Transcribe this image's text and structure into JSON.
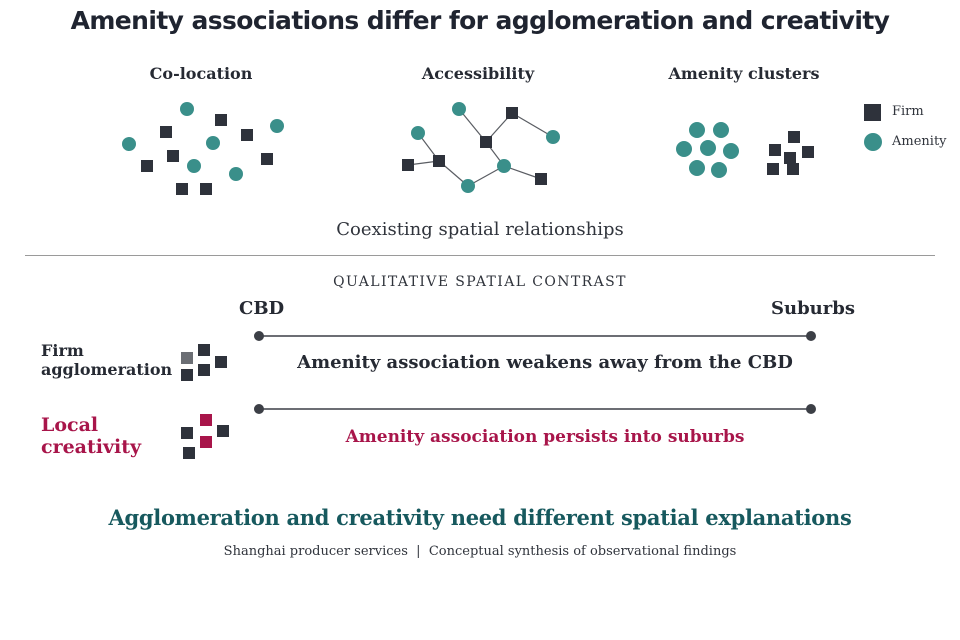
{
  "title": "Amenity associations differ for agglomeration and creativity",
  "panels": [
    {
      "title": "Co-location"
    },
    {
      "title": "Accessibility"
    },
    {
      "title": "Amenity clusters"
    }
  ],
  "legend": {
    "firm": "Firm",
    "amenity": "Amenity"
  },
  "caption": "Coexisting spatial relationships",
  "section_title": "QUALITATIVE SPATIAL CONTRAST",
  "axis": {
    "left": "CBD",
    "right": "Suburbs"
  },
  "rows": [
    {
      "label_line1": "Firm",
      "label_line2": "agglomeration",
      "text": "Amenity association weakens away from the CBD"
    },
    {
      "label_line1": "Local",
      "label_line2": "creativity",
      "text": "Amenity association persists into suburbs"
    }
  ],
  "conclusion": "Agglomeration and creativity need different spatial explanations",
  "source": "Shanghai producer services  |  Conceptual synthesis of observational findings",
  "colors": {
    "firm": "#2e323b",
    "amenity": "#3a8f8a",
    "accent_red": "#a8154a",
    "conclusion_teal": "#17595e",
    "line": "#3c3f46",
    "grey_firm": "#6b6e74"
  }
}
